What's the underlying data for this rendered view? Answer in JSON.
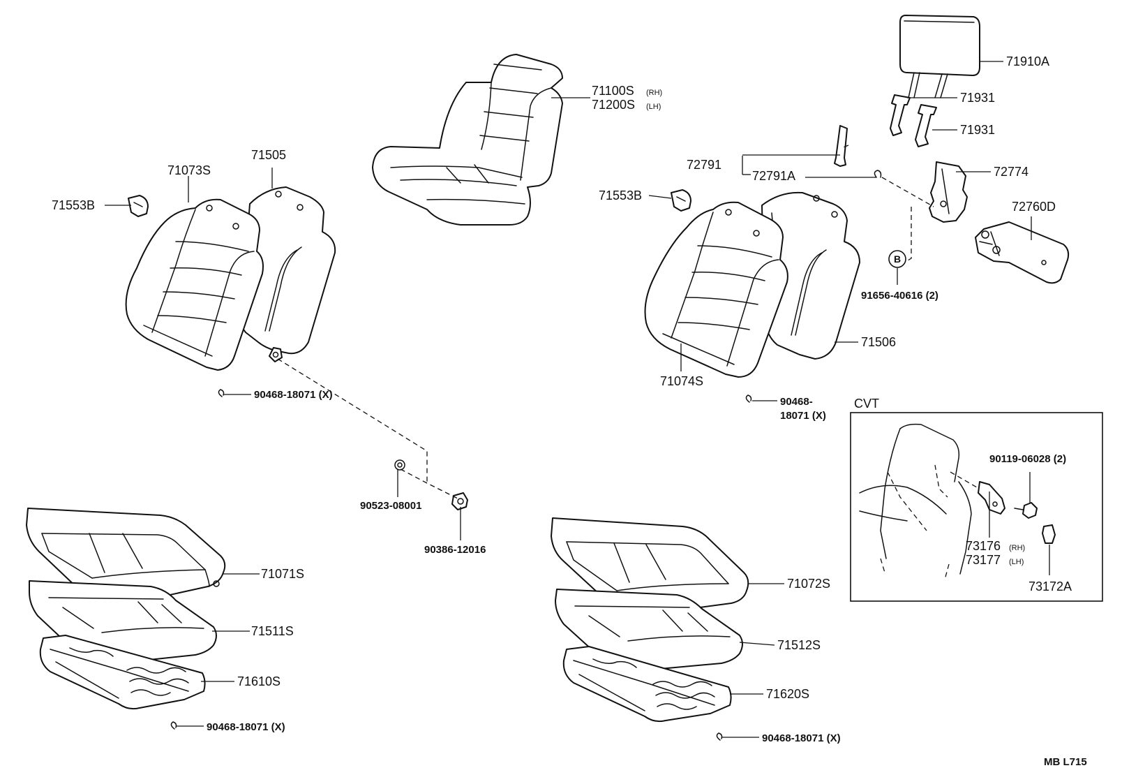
{
  "labels": {
    "headrest": "71910A",
    "support_1": "71931",
    "support_2": "71931",
    "back_assy_rh": "71100S",
    "back_assy_rh_note": "(RH)",
    "back_assy_lh": "71200S",
    "back_assy_lh_note": "(LH)",
    "frame_left": "71505",
    "cover_left": "71073S",
    "shield_left": "71553B",
    "shield_right": "71553B",
    "pin": "72791",
    "pin_a": "72791A",
    "bracket": "72774",
    "recliner": "72760D",
    "circle_b": "B",
    "bolt_b": "91656-40616 (2)",
    "frame_right": "71506",
    "cover_right": "71074S",
    "ring_left": "90468-18071 (X)",
    "ring_right_1": "90468-",
    "ring_right_2": "18071 (X)",
    "washer": "90523-08001",
    "bolt": "90386-12016",
    "cvt_title": "CVT",
    "cvt_screw": "90119-06028 (2)",
    "cvt_hinge_rh": "73176",
    "cvt_hinge_rh_note": "(RH)",
    "cvt_hinge_lh": "73177",
    "cvt_hinge_lh_note": "(LH)",
    "cvt_cover": "73172A",
    "cushion_cover_left": "71071S",
    "pad_left": "71511S",
    "spring_left": "71610S",
    "ring_bottom_left": "90468-18071 (X)",
    "cushion_cover_right": "71072S",
    "pad_right": "71512S",
    "spring_right": "71620S",
    "ring_bottom_right": "90468-18071 (X)",
    "page_code": "MB  L715"
  }
}
